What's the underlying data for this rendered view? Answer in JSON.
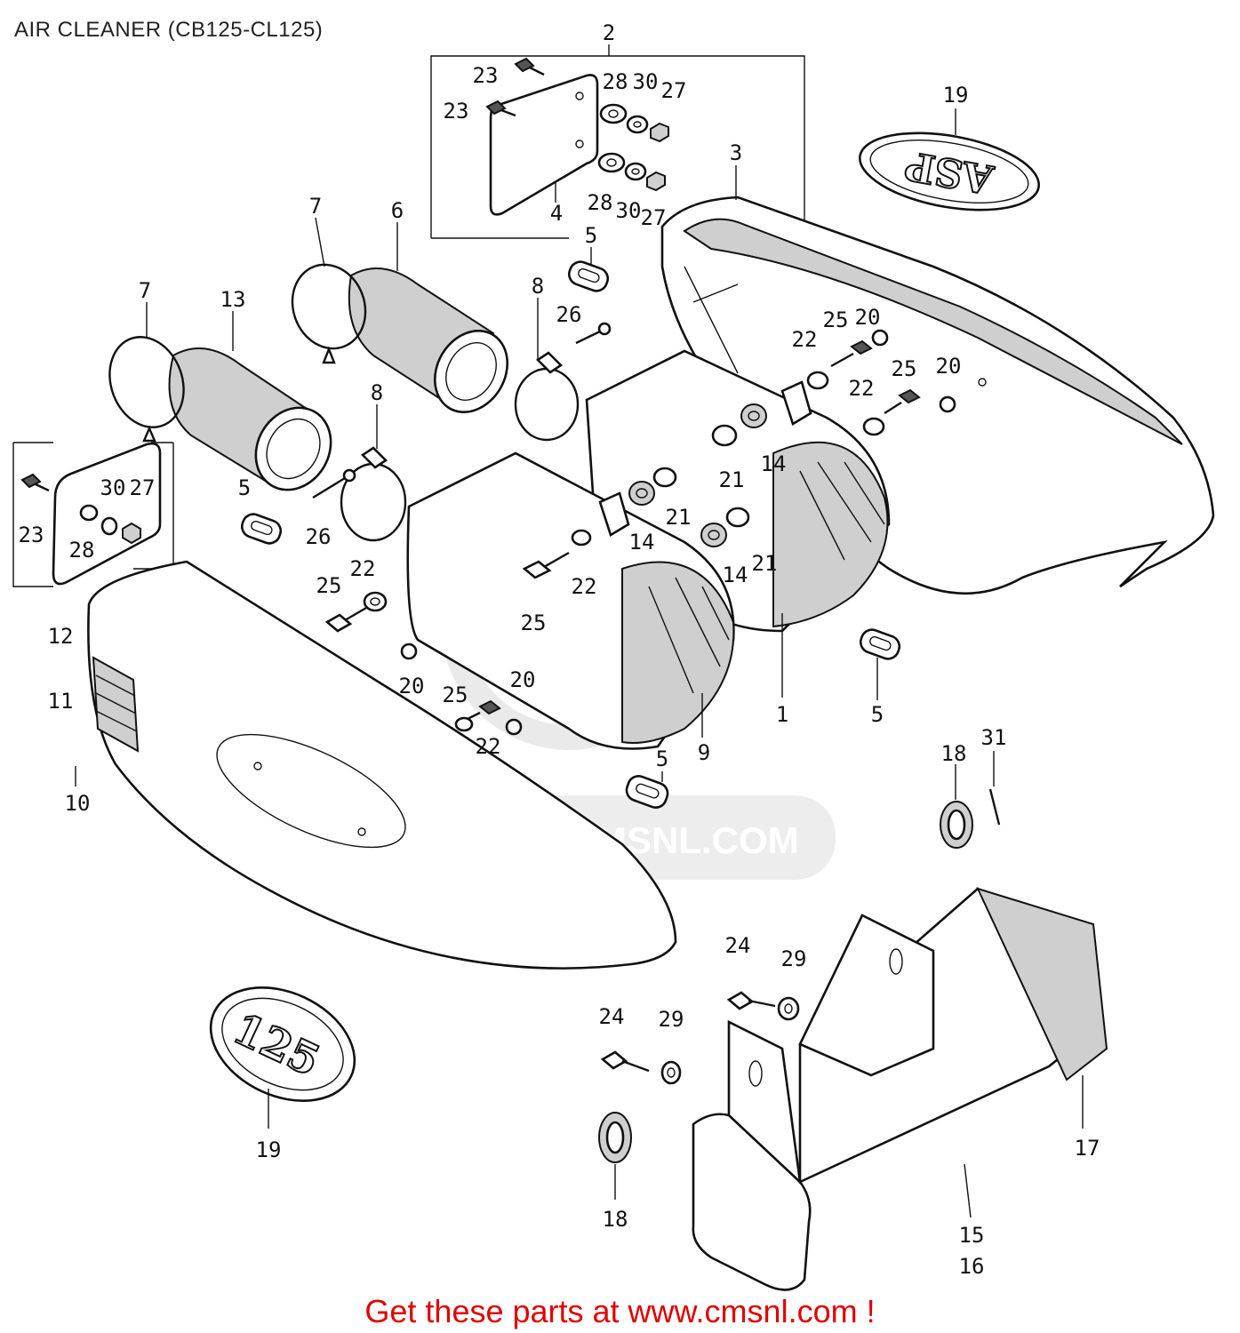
{
  "title": "AIR CLEANER (CB125-CL125)",
  "footer": "Get these parts at www.cmsnl.com !",
  "watermark": "WWW.CMSNL.COM",
  "emblem_top_text": "ASP",
  "emblem_bottom_text": "125",
  "colors": {
    "footer": "#e00000",
    "line": "#111111",
    "watermark": "#e6e6e6"
  },
  "callouts": [
    {
      "id": "c2",
      "label": "2"
    },
    {
      "id": "c23a",
      "label": "23"
    },
    {
      "id": "c23b",
      "label": "23"
    },
    {
      "id": "c28a",
      "label": "28"
    },
    {
      "id": "c30a",
      "label": "30"
    },
    {
      "id": "c27a",
      "label": "27"
    },
    {
      "id": "c28b",
      "label": "28"
    },
    {
      "id": "c30b",
      "label": "30"
    },
    {
      "id": "c27b",
      "label": "27"
    },
    {
      "id": "c4",
      "label": "4"
    },
    {
      "id": "c19a",
      "label": "19"
    },
    {
      "id": "c3",
      "label": "3"
    },
    {
      "id": "c7a",
      "label": "7"
    },
    {
      "id": "c6",
      "label": "6"
    },
    {
      "id": "c5a",
      "label": "5"
    },
    {
      "id": "c8a",
      "label": "8"
    },
    {
      "id": "c26a",
      "label": "26"
    },
    {
      "id": "c7b",
      "label": "7"
    },
    {
      "id": "c13",
      "label": "13"
    },
    {
      "id": "c25a",
      "label": "25"
    },
    {
      "id": "c20a",
      "label": "20"
    },
    {
      "id": "c22a",
      "label": "22"
    },
    {
      "id": "c25b",
      "label": "25"
    },
    {
      "id": "c20b",
      "label": "20"
    },
    {
      "id": "c22b",
      "label": "22"
    },
    {
      "id": "c8b",
      "label": "8"
    },
    {
      "id": "c14a",
      "label": "14"
    },
    {
      "id": "c21a",
      "label": "21"
    },
    {
      "id": "c30c",
      "label": "30"
    },
    {
      "id": "c27c",
      "label": "27"
    },
    {
      "id": "c23c",
      "label": "23"
    },
    {
      "id": "c28c",
      "label": "28"
    },
    {
      "id": "c5b",
      "label": "5"
    },
    {
      "id": "c26b",
      "label": "26"
    },
    {
      "id": "c21b",
      "label": "21"
    },
    {
      "id": "c14b",
      "label": "14"
    },
    {
      "id": "c21c",
      "label": "21"
    },
    {
      "id": "c14c",
      "label": "14"
    },
    {
      "id": "c22c",
      "label": "22"
    },
    {
      "id": "c25c",
      "label": "25"
    },
    {
      "id": "c22d",
      "label": "22"
    },
    {
      "id": "c12",
      "label": "12"
    },
    {
      "id": "c25d",
      "label": "25"
    },
    {
      "id": "c1",
      "label": "1"
    },
    {
      "id": "c5c",
      "label": "5"
    },
    {
      "id": "c20c",
      "label": "20"
    },
    {
      "id": "c20d",
      "label": "20"
    },
    {
      "id": "c25e",
      "label": "25"
    },
    {
      "id": "c11",
      "label": "11"
    },
    {
      "id": "c22e",
      "label": "22"
    },
    {
      "id": "c9",
      "label": "9"
    },
    {
      "id": "c5d",
      "label": "5"
    },
    {
      "id": "c18a",
      "label": "18"
    },
    {
      "id": "c31",
      "label": "31"
    },
    {
      "id": "c10",
      "label": "10"
    },
    {
      "id": "c24a",
      "label": "24"
    },
    {
      "id": "c29a",
      "label": "29"
    },
    {
      "id": "c24b",
      "label": "24"
    },
    {
      "id": "c29b",
      "label": "29"
    },
    {
      "id": "c19b",
      "label": "19"
    },
    {
      "id": "c17",
      "label": "17"
    },
    {
      "id": "c18b",
      "label": "18"
    },
    {
      "id": "c15",
      "label": "15"
    },
    {
      "id": "c16",
      "label": "16"
    }
  ]
}
